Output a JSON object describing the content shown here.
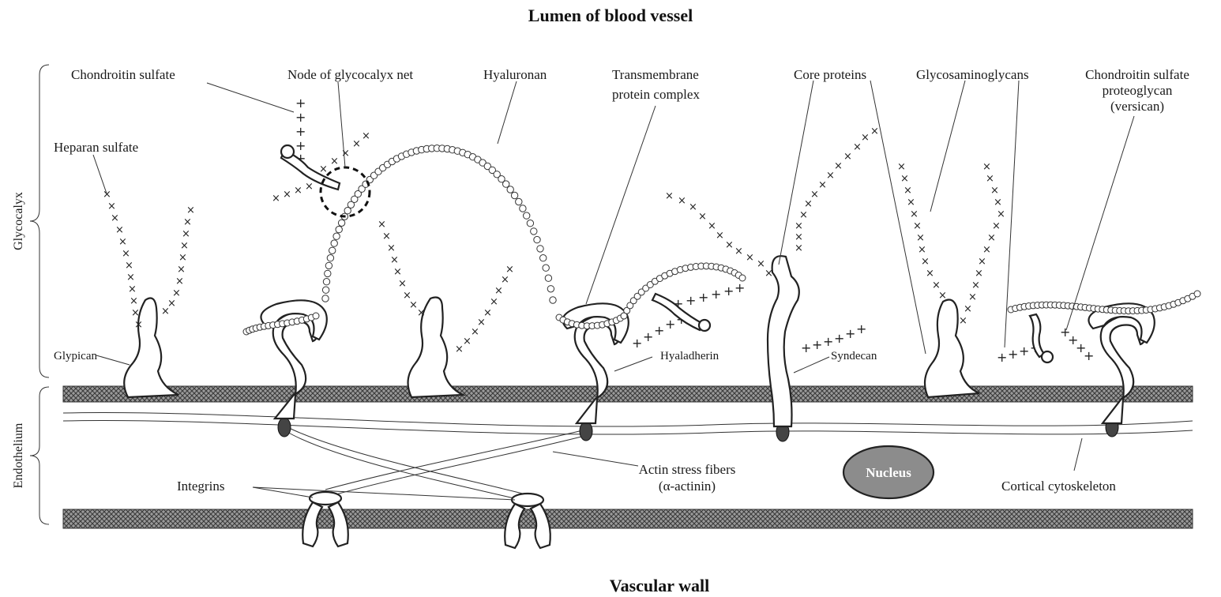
{
  "diagram": {
    "title_top": "Lumen of blood vessel",
    "title_bottom": "Vascular wall",
    "side_labels": {
      "glycocalyx": "Glycocalyx",
      "endothelium": "Endothelium"
    },
    "labels": {
      "chondroitin_sulfate": "Chondroitin sulfate",
      "node_glycocalyx_net": "Node of glycocalyx net",
      "hyaluronan": "Hyaluronan",
      "transmembrane_1": "Transmembrane",
      "transmembrane_2": "protein complex",
      "core_proteins": "Core proteins",
      "glycosaminoglycans": "Glycosaminoglycans",
      "cs_proteoglycan_1": "Chondroitin sulfate",
      "cs_proteoglycan_2": "proteoglycan",
      "cs_proteoglycan_3": "(versican)",
      "heparan_sulfate": "Heparan sulfate",
      "glypican": "Glypican",
      "hyaladherin": "Hyaladherin",
      "syndecan": "Syndecan",
      "integrins": "Integrins",
      "actin_1": "Actin stress fibers",
      "actin_2": "(α-actinin)",
      "nucleus": "Nucleus",
      "cortical_cytoskeleton": "Cortical cytoskeleton"
    },
    "colors": {
      "ink": "#222222",
      "membrane": "#6e6e6e",
      "nucleus_fill": "#8c8c8c"
    }
  }
}
